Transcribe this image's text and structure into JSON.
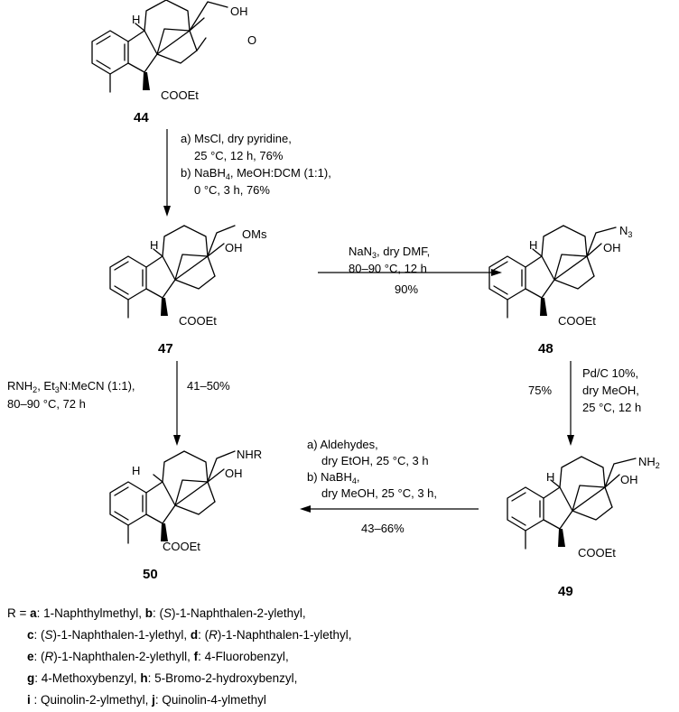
{
  "compounds": {
    "c44": "44",
    "c47": "47",
    "c48": "48",
    "c49": "49",
    "c50": "50"
  },
  "atoms": {
    "oh": "OH",
    "o": "O",
    "h": "H",
    "cooet": "COOEt",
    "ooms": "OMs",
    "n3_main": "N",
    "n3_sub": "3",
    "nh2_main": "NH",
    "nh2_sub": "2",
    "nhr": "NHR"
  },
  "conditions": {
    "step_44_47": {
      "l1": "a) MsCl, dry pyridine,",
      "l2": "25 °C, 12 h, 76%",
      "l3a": "b) NaBH",
      "l3sub": "4",
      "l3b": ", MeOH:DCM (1:1),",
      "l4": "0 °C, 3 h, 76%"
    },
    "step_47_48": {
      "l1": "NaN",
      "l1sub": "3",
      "l1b": ", dry DMF,",
      "l2": "80–90 °C, 12 h",
      "l3": "90%"
    },
    "step_48_49": {
      "l1": "Pd/C 10%,",
      "l2": "dry MeOH,",
      "l3": "25 °C, 12 h",
      "yield": "75%"
    },
    "step_47_50": {
      "l1a": "RNH",
      "l1sub": "2",
      "l1b": ", Et",
      "l1sub2": "3",
      "l1c": "N:MeCN (1:1),",
      "l2": "80–90 °C, 72 h",
      "yield": "41–50%"
    },
    "step_49_50": {
      "l1": "a) Aldehydes,",
      "l2": "dry EtOH, 25 °C, 3 h",
      "l3a": "b) NaBH",
      "l3sub": "4",
      "l3b": ",",
      "l4": "dry MeOH, 25 °C, 3 h,",
      "l5": "43–66%"
    }
  },
  "legend": {
    "prefix": "R = ",
    "items": [
      {
        "key": "a",
        "sep": ": ",
        "pre": "",
        "stereo": "",
        "post": "1-Naphthylmethyl",
        "end": ", "
      },
      {
        "key": "b",
        "sep": ": ",
        "pre": "(",
        "stereo": "S",
        "post": ")-1-Naphthalen-2-ylethyl",
        "end": ","
      },
      {
        "key": "c",
        "sep": ": ",
        "pre": "(",
        "stereo": "S",
        "post": ")-1-Naphthalen-1-ylethyl",
        "end": ", "
      },
      {
        "key": "d",
        "sep": ": ",
        "pre": "(",
        "stereo": "R",
        "post": ")-1-Naphthalen-1-ylethyl",
        "end": ","
      },
      {
        "key": "e",
        "sep": ": ",
        "pre": "(",
        "stereo": "R",
        "post": ")-1-Naphthalen-2-ylethyll",
        "end": ", "
      },
      {
        "key": "f",
        "sep": ": ",
        "pre": "",
        "stereo": "",
        "post": "4-Fluorobenzyl",
        "end": ","
      },
      {
        "key": "g",
        "sep": ": ",
        "pre": "",
        "stereo": "",
        "post": "4-Methoxybenzyl",
        "end": ", "
      },
      {
        "key": "h",
        "sep": ": ",
        "pre": "",
        "stereo": "",
        "post": "5-Bromo-2-hydroxybenzyl",
        "end": ","
      },
      {
        "key": "i",
        "sep": " : ",
        "pre": "",
        "stereo": "",
        "post": "Quinolin-2-ylmethyl",
        "end": ", "
      },
      {
        "key": "j",
        "sep": ": ",
        "pre": "",
        "stereo": "",
        "post": "Quinolin-4-ylmethyl",
        "end": ""
      }
    ]
  }
}
